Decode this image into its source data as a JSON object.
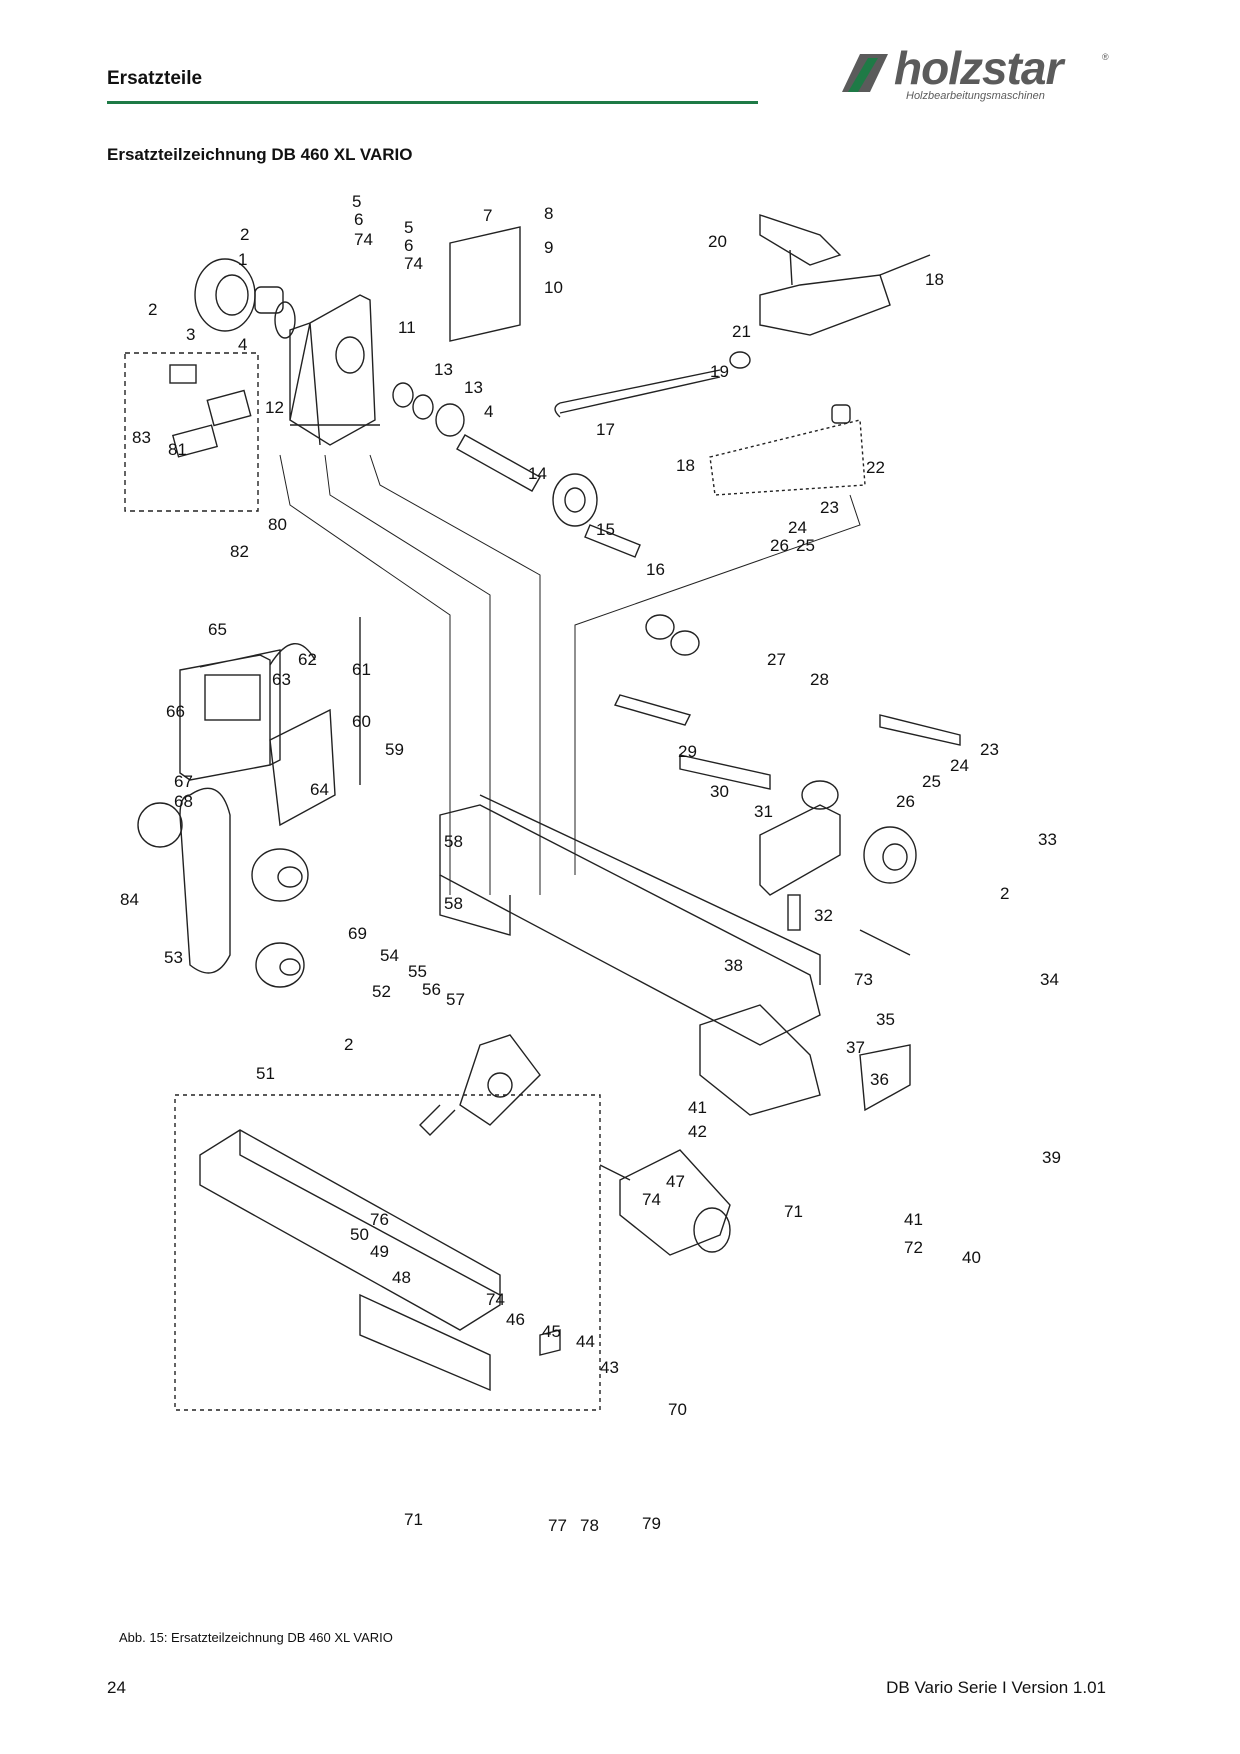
{
  "header": {
    "section_title": "Ersatzteile"
  },
  "logo": {
    "wordmark": "holzstar",
    "tagline": "Holzbearbeitungsmaschinen",
    "registered": "®",
    "color": "#5b5b5b",
    "accent": "#1e7a46"
  },
  "drawing": {
    "title": "Ersatzteilzeichnung DB 460 XL VARIO",
    "part_labels": [
      "1",
      "2",
      "2",
      "3",
      "4",
      "5",
      "6",
      "74",
      "5",
      "6",
      "74",
      "7",
      "8",
      "9",
      "10",
      "11",
      "12",
      "13",
      "13",
      "4",
      "14",
      "15",
      "16",
      "20",
      "18",
      "21",
      "19",
      "17",
      "18",
      "22",
      "23",
      "24",
      "25",
      "26",
      "83",
      "81",
      "80",
      "82",
      "65",
      "62",
      "63",
      "61",
      "66",
      "60",
      "59",
      "67",
      "64",
      "68",
      "58",
      "58",
      "84",
      "69",
      "53",
      "52",
      "54",
      "55",
      "56",
      "57",
      "2",
      "51",
      "27",
      "28",
      "29",
      "30",
      "31",
      "23",
      "24",
      "25",
      "26",
      "33",
      "2",
      "32",
      "34",
      "38",
      "73",
      "37",
      "35",
      "36",
      "41",
      "42",
      "39",
      "47",
      "74",
      "76",
      "50",
      "49",
      "48",
      "71",
      "41",
      "72",
      "40",
      "74",
      "46",
      "45",
      "44",
      "43",
      "70",
      "71",
      "77",
      "78",
      "79"
    ]
  },
  "caption": "Abb. 15: Ersatzteilzeichnung  DB 460 XL VARIO",
  "footer": {
    "page_number": "24",
    "document": "DB Vario Serie I Version 1.01"
  }
}
